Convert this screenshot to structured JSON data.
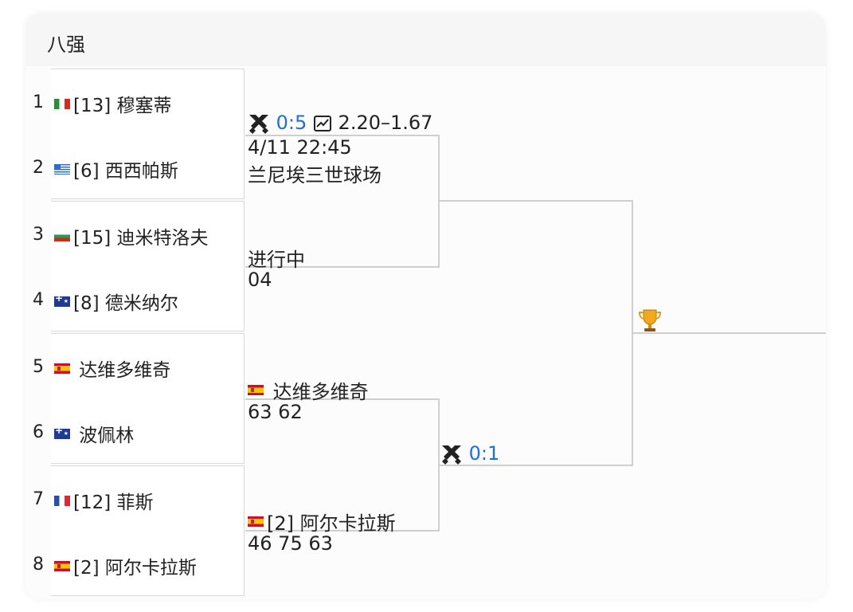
{
  "round_title": "八强",
  "players": [
    {
      "seed": "1",
      "flag": "italy-flag",
      "name": "[13] 穆塞蒂"
    },
    {
      "seed": "2",
      "flag": "greece-flag",
      "name": "[6] 西西帕斯"
    },
    {
      "seed": "3",
      "flag": "bulgaria-flag",
      "name": "[15] 迪米特洛夫"
    },
    {
      "seed": "4",
      "flag": "australia-flag",
      "name": "[8] 德米纳尔"
    },
    {
      "seed": "5",
      "flag": "spain-flag",
      "name": " 达维多维奇"
    },
    {
      "seed": "6",
      "flag": "australia-flag",
      "name": " 波佩林"
    },
    {
      "seed": "7",
      "flag": "france-flag",
      "name": "[12] 菲斯"
    },
    {
      "seed": "8",
      "flag": "spain-flag",
      "name": "[2] 阿尔卡拉斯"
    }
  ],
  "match1": {
    "h2h": "0:5",
    "odds": "2.20–1.67",
    "datetime": "4/11 22:45",
    "venue": "兰尼埃三世球场",
    "status": "进行中",
    "score": "04"
  },
  "match2": {
    "top_player": " 达维多维奇",
    "top_score": "63 62",
    "h2h": "0:1",
    "bottom_player": "[2] 阿尔卡拉斯",
    "bottom_score": "46 75 63"
  },
  "colors": {
    "accent_blue": "#1f6fd6",
    "line_gray": "#cfcfcf",
    "header_bg": "#f6f6f6"
  },
  "icons": [
    "swords-icon",
    "chart-icon",
    "trophy-icon"
  ]
}
